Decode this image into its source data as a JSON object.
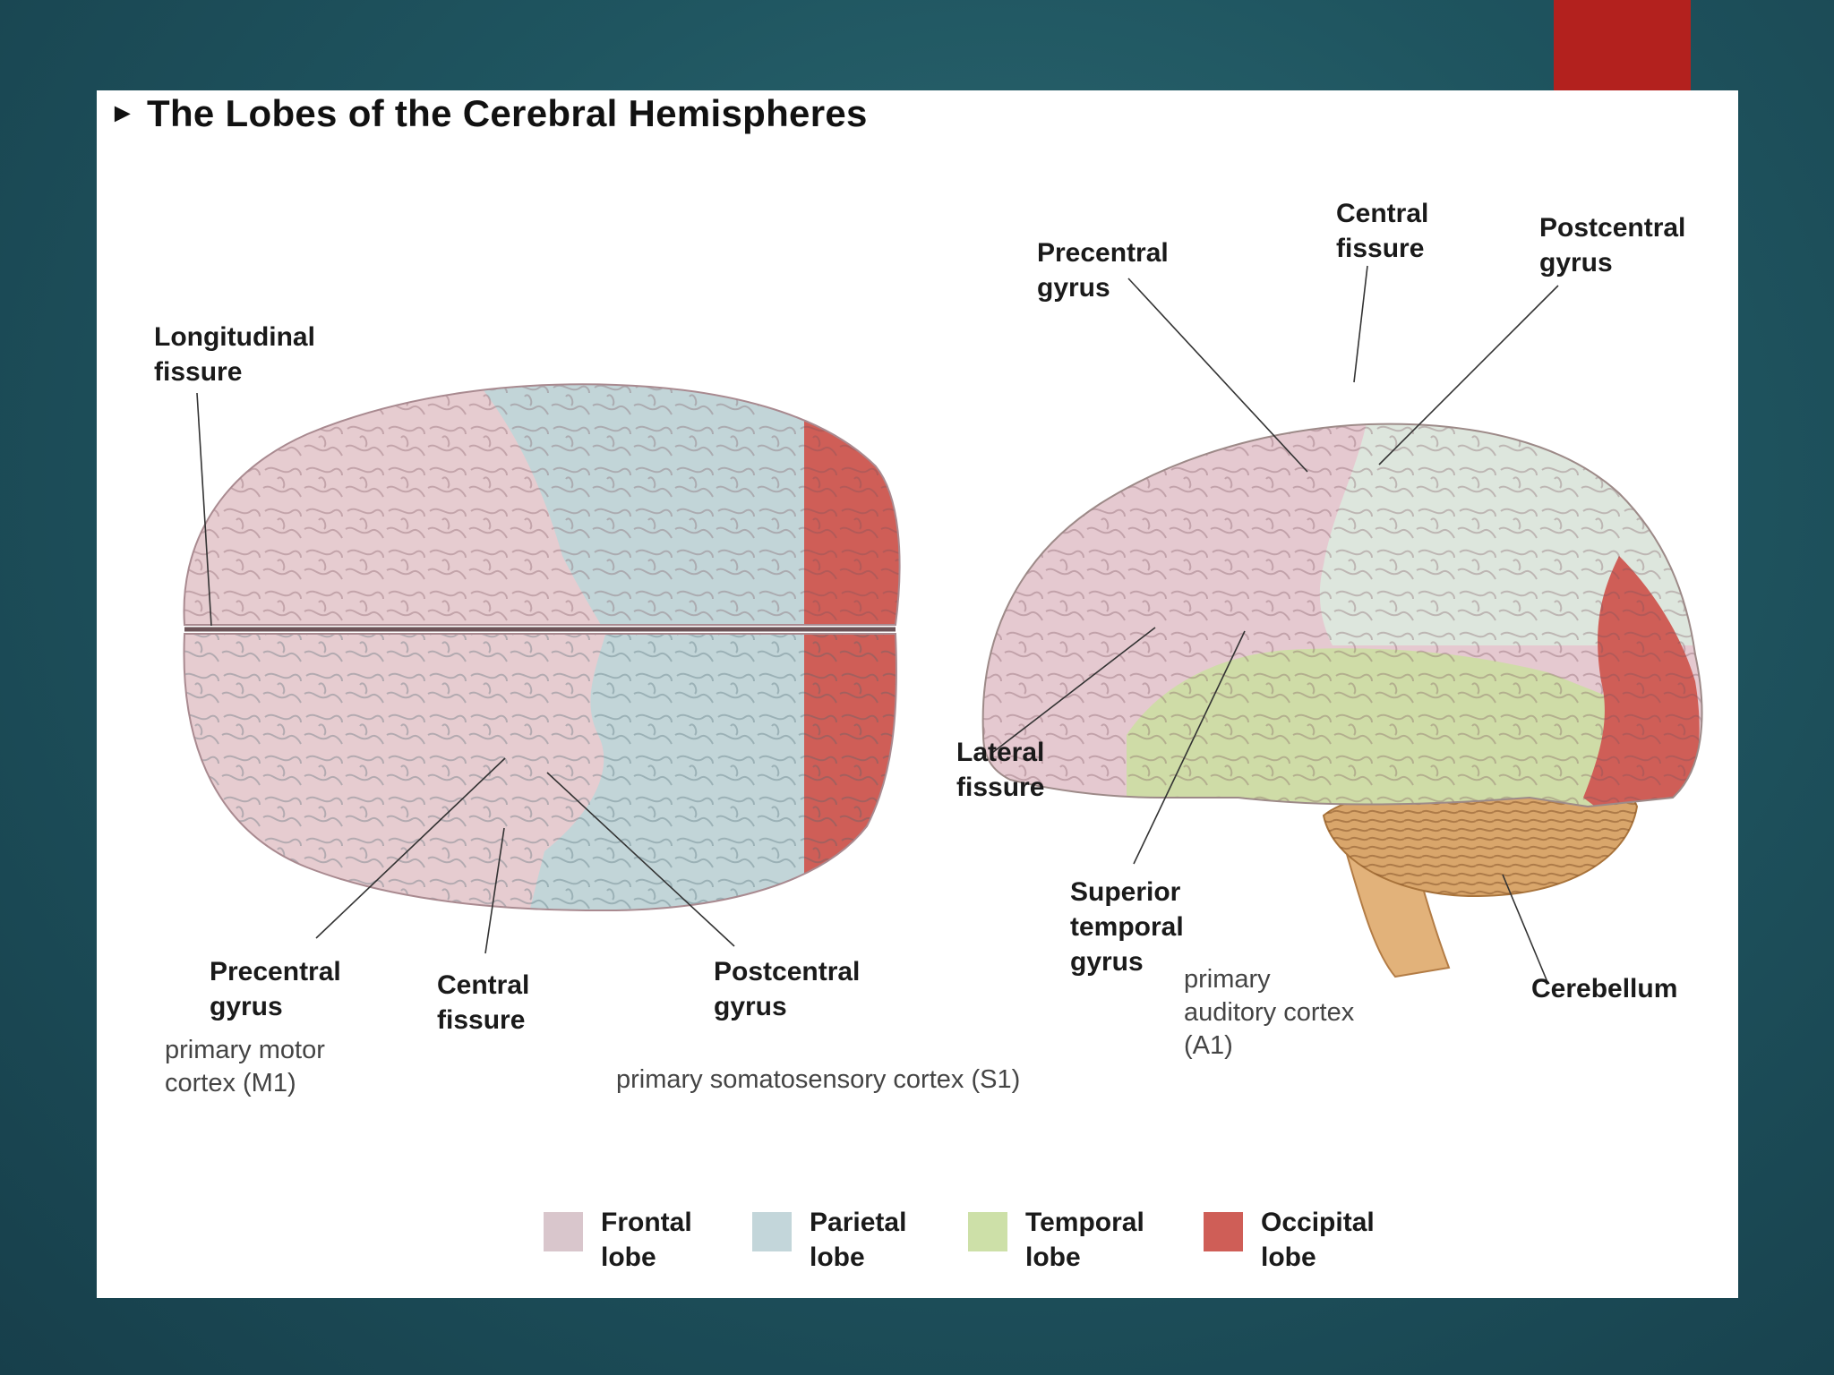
{
  "slide": {
    "title": "The Lobes of the Cerebral Hemispheres",
    "bullet": "►"
  },
  "colors": {
    "background": "#1f5560",
    "accent_tab": "#b3211e",
    "frontal": "#e4c9cc",
    "parietal": "#bcd2d6",
    "temporal": "#cfdca7",
    "occipital": "#cf5e57",
    "cerebellum": "#d9a66b"
  },
  "top_view": {
    "longitudinal_fissure": "Longitudinal\nfissure",
    "precentral_gyrus": "Precentral\ngyrus",
    "central_fissure": "Central\nfissure",
    "postcentral_gyrus": "Postcentral\ngyrus",
    "motor_cortex_note": "primary motor\ncortex (M1)",
    "somatosensory_note": "primary somatosensory cortex (S1)"
  },
  "side_view": {
    "precentral_gyrus": "Precentral\ngyrus",
    "central_fissure": "Central\nfissure",
    "postcentral_gyrus": "Postcentral\ngyrus",
    "lateral_fissure": "Lateral\nfissure",
    "superior_temporal_gyrus": "Superior\ntemporal\ngyrus",
    "auditory_note": "primary\nauditory cortex\n(A1)",
    "cerebellum": "Cerebellum"
  },
  "legend": [
    {
      "label": "Frontal\nlobe",
      "color": "#d9c6cc"
    },
    {
      "label": "Parietal\nlobe",
      "color": "#c3d6da"
    },
    {
      "label": "Temporal\nlobe",
      "color": "#cde0a8"
    },
    {
      "label": "Occipital\nlobe",
      "color": "#cf5e57"
    }
  ]
}
